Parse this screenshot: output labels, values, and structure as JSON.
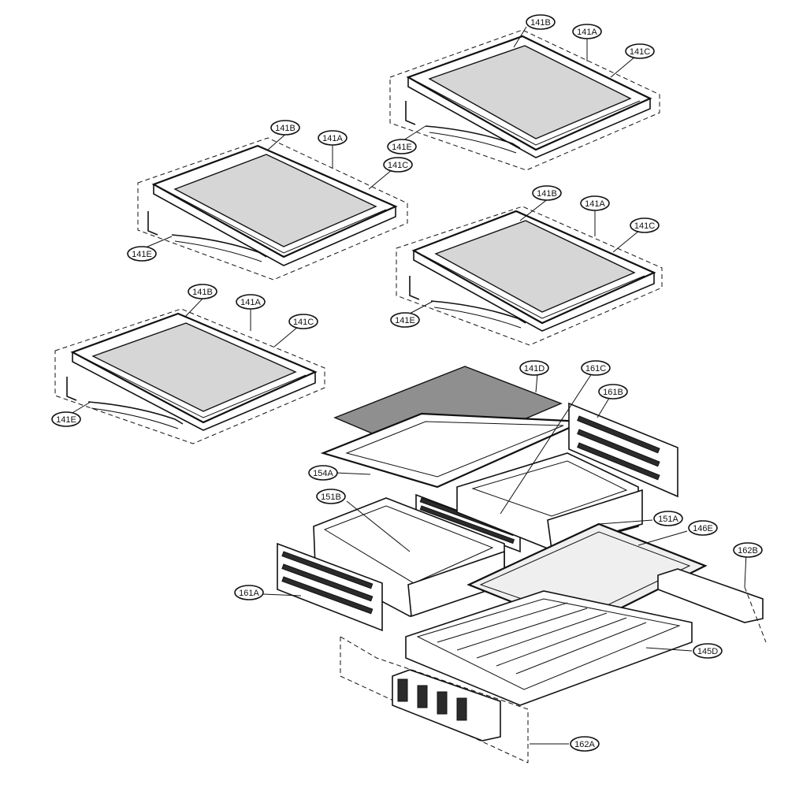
{
  "labels": {
    "s1_141b": "141B",
    "s1_141a": "141A",
    "s1_141c": "141C",
    "s1_141e": "141E",
    "s2_141b": "141B",
    "s2_141a": "141A",
    "s2_141c": "141C",
    "s2_141e": "141E",
    "s3_141b": "141B",
    "s3_141a": "141A",
    "s3_141c": "141C",
    "s3_141e": "141E",
    "s4_141b": "141B",
    "s4_141a": "141A",
    "s4_141c": "141C",
    "s4_141e": "141E",
    "p141d": "141D",
    "p161c": "161C",
    "p161b": "161B",
    "p154a": "154A",
    "p151b": "151B",
    "p151a": "151A",
    "p146e": "146E",
    "p162b": "162B",
    "p161a": "161A",
    "p145d": "145D",
    "p162a": "162A"
  }
}
